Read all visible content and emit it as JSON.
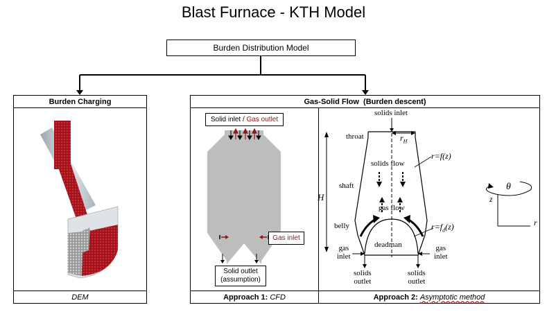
{
  "title": "Blast Furnace - KTH Model",
  "root_box": "Burden Distribution Model",
  "left": {
    "header": "Burden Charging",
    "footer": "DEM"
  },
  "right": {
    "header": "Gas-Solid Flow  (Burden descent)",
    "approach1": {
      "prefix": "Approach 1: ",
      "method": "CFD"
    },
    "approach2": {
      "prefix": "Approach 2: ",
      "method": "Asymptotic method"
    }
  },
  "cfd": {
    "inlet_label_black": "Solid inlet / ",
    "inlet_label_red": "Gas outlet",
    "gas_inlet": "Gas inlet",
    "outlet_line1": "Solid outlet",
    "outlet_line2": "(assumption)"
  },
  "asym": {
    "solids_inlet": "solids inlet",
    "throat": "throat",
    "rH": "r",
    "rH_sub": "H",
    "rfz": "r=f(z)",
    "solids_flow": "solids flow",
    "shaft": "shaft",
    "H": "H",
    "gas_flow": "gas flow",
    "belly": "belly",
    "rfdz": "r=f",
    "rfdz_sub": "d",
    "rfdz_tail": "(z)",
    "deadman": "deadman",
    "gas_inlet_left_1": "gas",
    "gas_inlet_left_2": "inlet",
    "gas_inlet_right_1": "gas",
    "gas_inlet_right_2": "inlet",
    "solids_outlet_left_1": "solids",
    "solids_outlet_left_2": "outlet",
    "solids_outlet_right_1": "solids",
    "solids_outlet_right_2": "outlet",
    "theta": "θ",
    "z": "z",
    "r": "r"
  },
  "colors": {
    "furnace_fill": "#bdbdbd",
    "red": "#8b1a1a",
    "burden_red": "#a3141c"
  }
}
